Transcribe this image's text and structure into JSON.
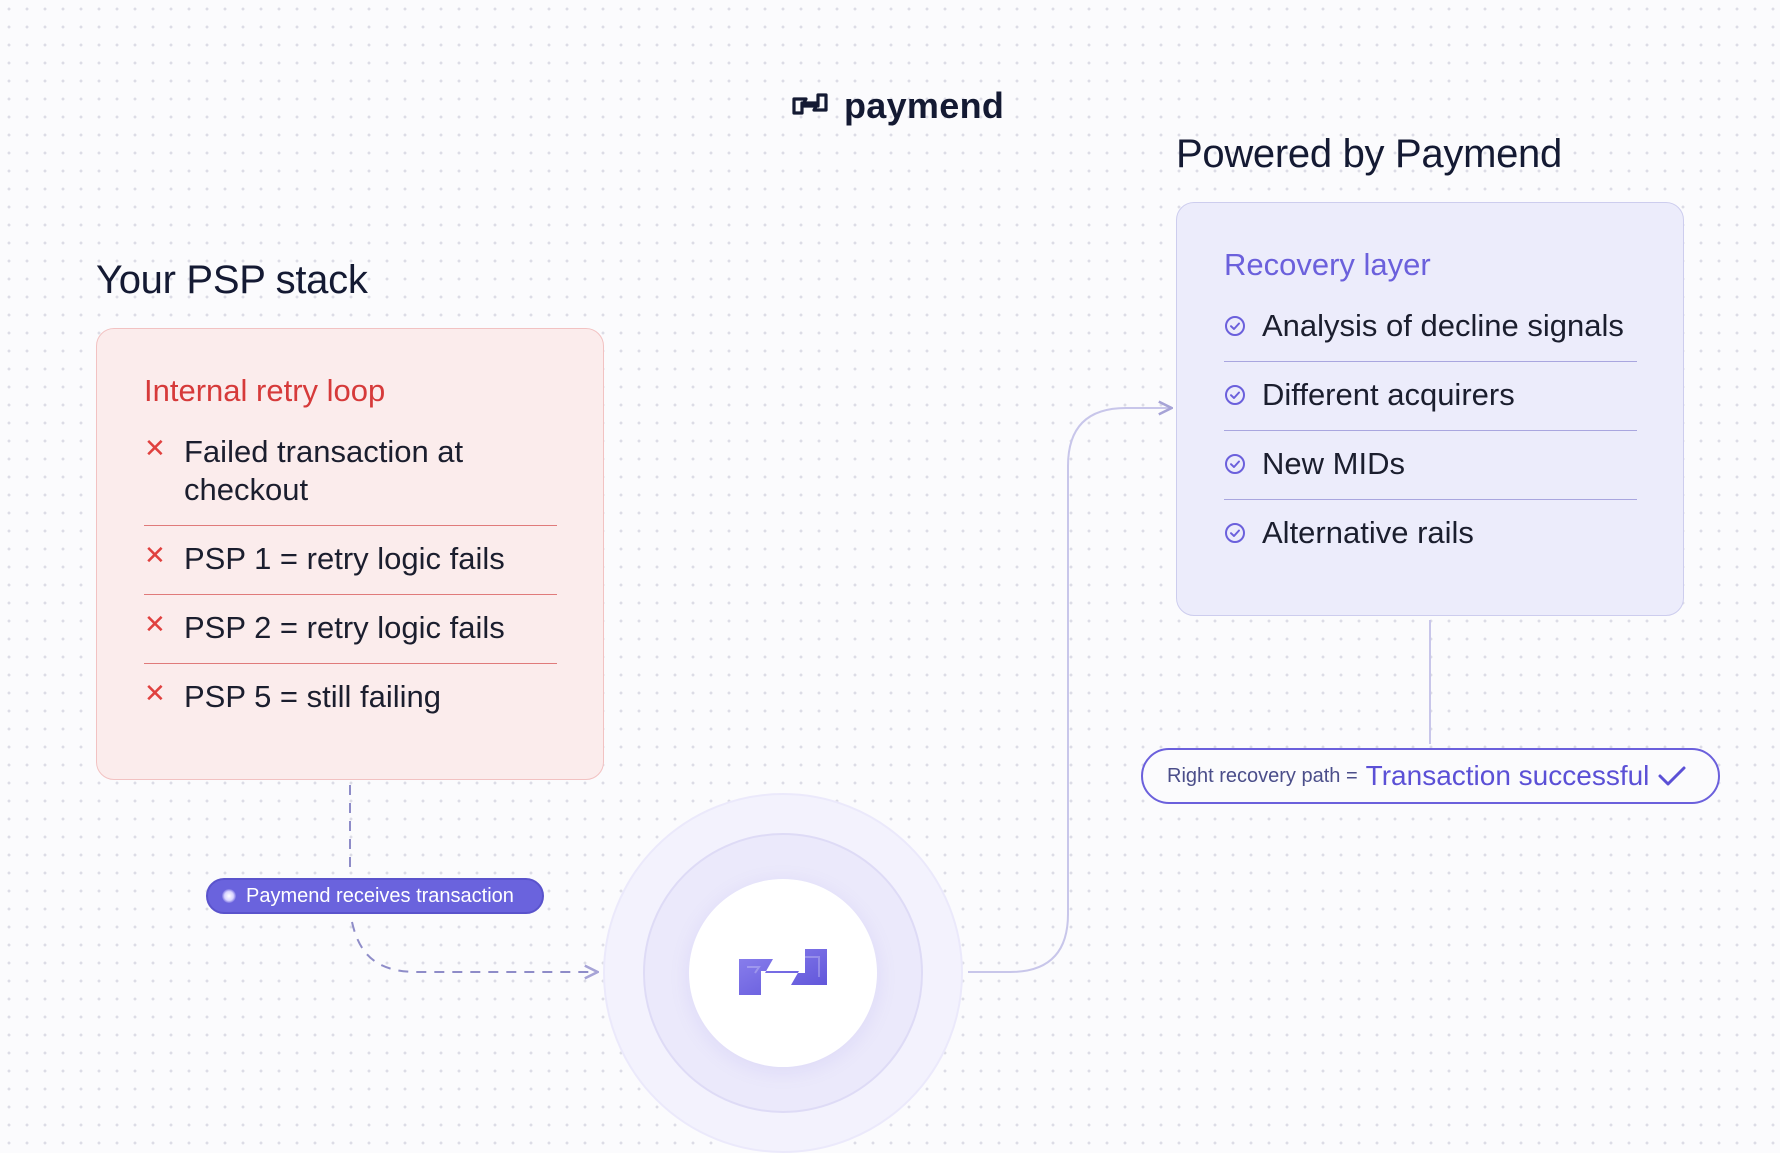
{
  "brand": {
    "name": "paymend",
    "logo_icon": "paymend-link-icon"
  },
  "left": {
    "heading": "Your PSP stack",
    "card_title": "Internal retry loop",
    "items": [
      {
        "label": "Failed transaction at checkout",
        "icon": "x-icon"
      },
      {
        "label": "PSP 1 = retry logic fails",
        "icon": "x-icon"
      },
      {
        "label": "PSP 2 = retry logic fails",
        "icon": "x-icon"
      },
      {
        "label": "PSP 5 = still failing",
        "icon": "x-icon"
      }
    ]
  },
  "right": {
    "heading": "Powered by Paymend",
    "card_title": "Recovery layer",
    "items": [
      {
        "label": "Analysis of decline signals",
        "icon": "check-circle-icon"
      },
      {
        "label": "Different acquirers",
        "icon": "check-circle-icon"
      },
      {
        "label": "New MIDs",
        "icon": "check-circle-icon"
      },
      {
        "label": "Alternative rails",
        "icon": "check-circle-icon"
      }
    ]
  },
  "receive_pill": {
    "label": "Paymend receives transaction"
  },
  "success_pill": {
    "prefix": "Right recovery path =",
    "result": "Transaction successful",
    "icon": "checkmark-icon"
  },
  "hub": {
    "icon": "paymend-link-icon"
  },
  "colors": {
    "navy": "#141a33",
    "red": "#d63a3a",
    "red_card_bg": "#fbecec",
    "purple": "#6b60dc",
    "purple_card_bg": "#ececfb",
    "pill_bg": "#6a63dd"
  }
}
